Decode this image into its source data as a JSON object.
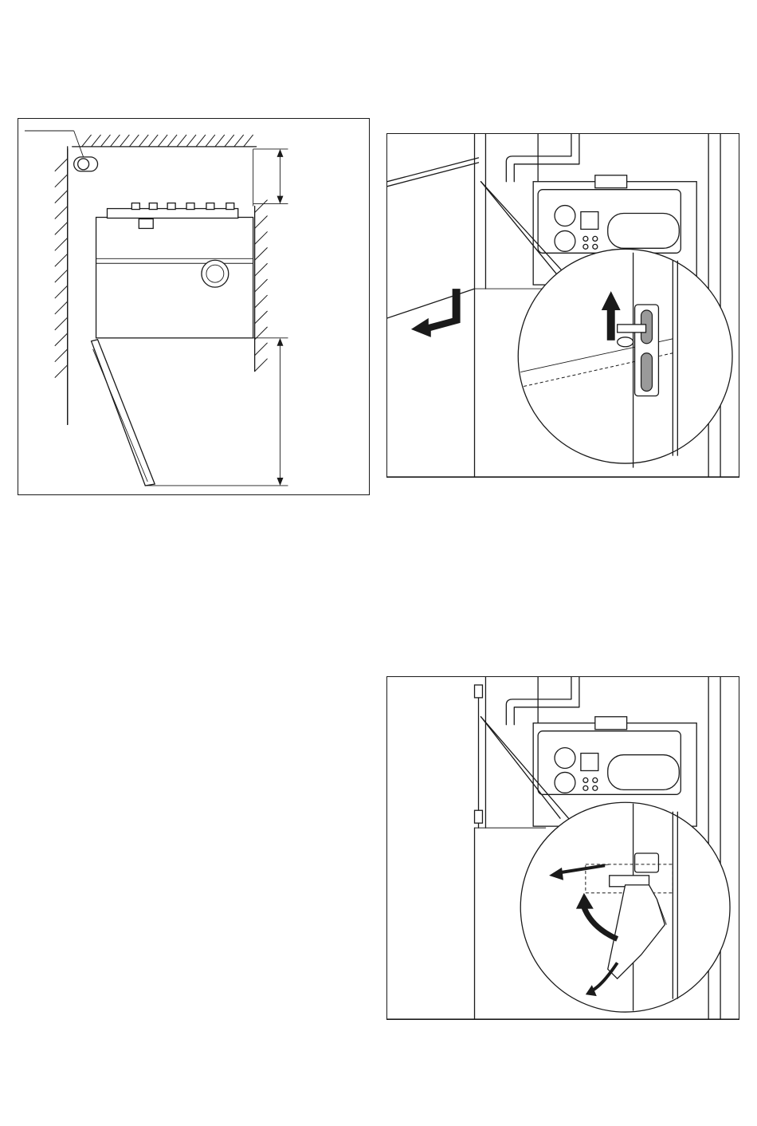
{
  "figures": [
    {
      "id": "clearance",
      "icons": [
        "wall-hatch",
        "wall-plug",
        "boiler-unit",
        "dimension-arrow",
        "front-cover"
      ]
    },
    {
      "id": "lift-tab",
      "icons": [
        "control-panel",
        "magnifier-circle",
        "up-arrow",
        "bent-arrow",
        "locking-tab"
      ]
    },
    {
      "id": "remove-cover",
      "icons": [
        "control-panel",
        "magnifier-circle",
        "curved-arrow",
        "pull-arrow",
        "locking-tab"
      ]
    }
  ]
}
